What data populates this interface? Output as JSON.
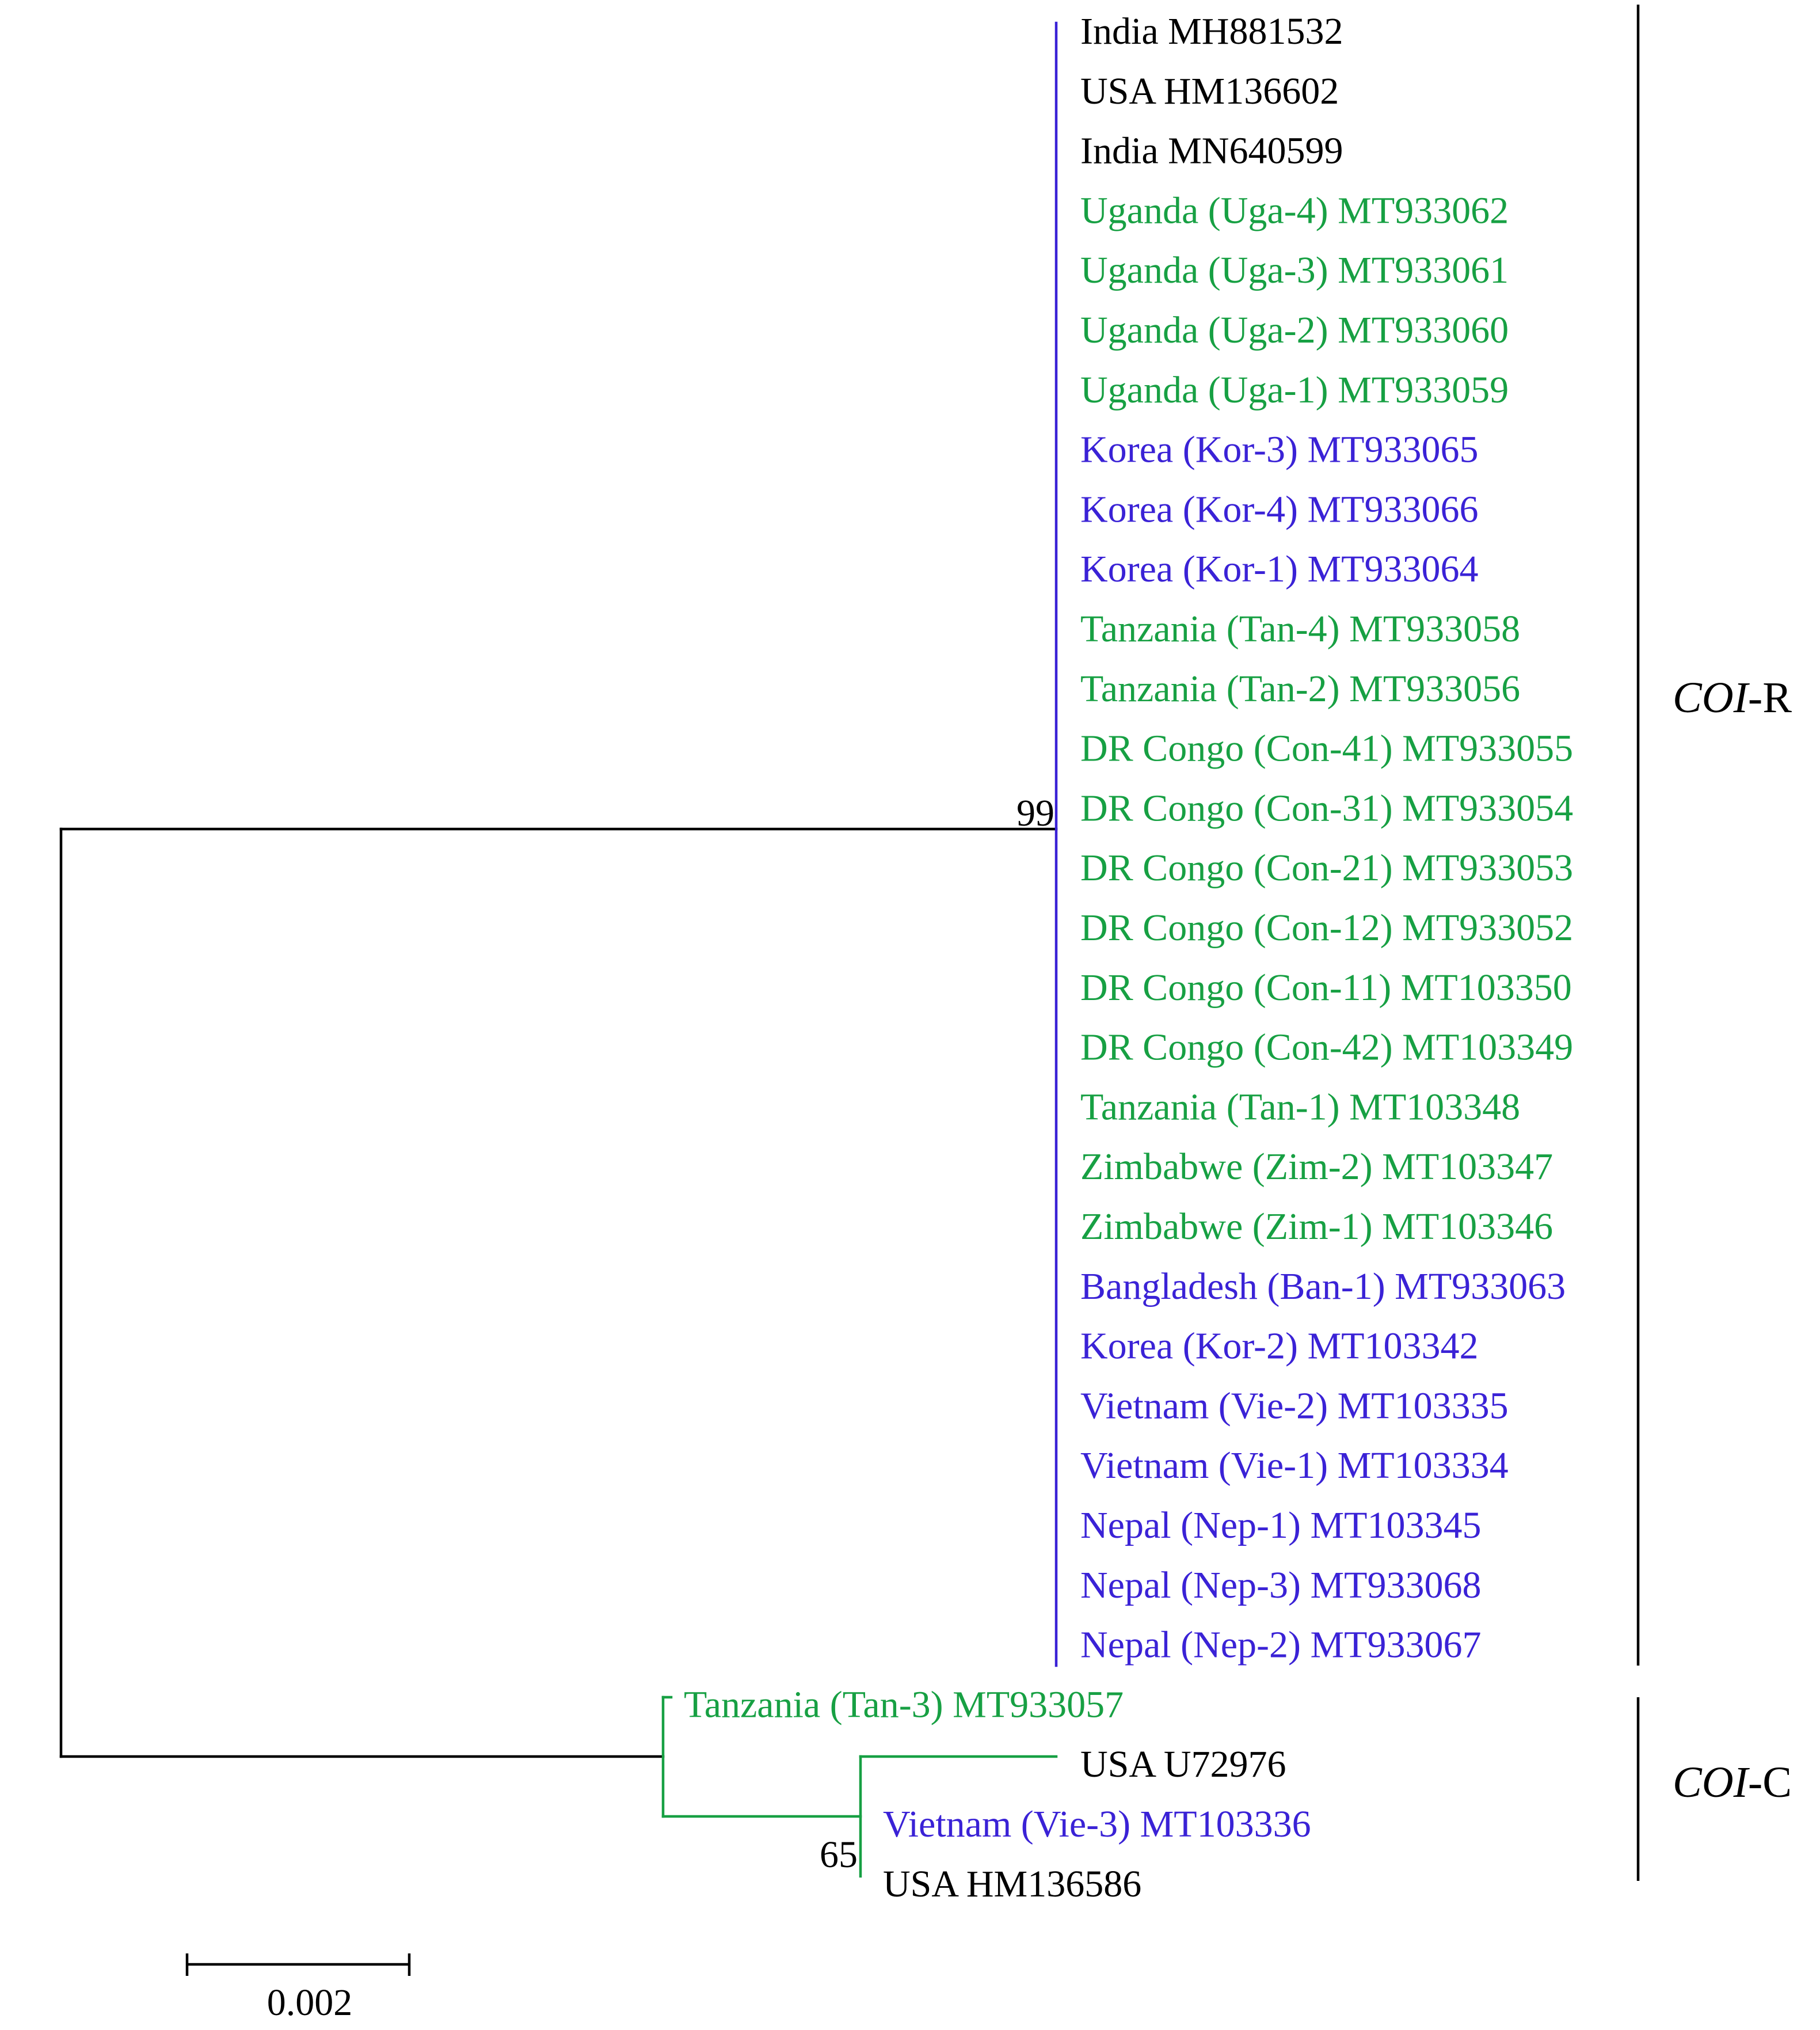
{
  "colors": {
    "black": "#000000",
    "green": "#17a043",
    "blue": "#3a22d6"
  },
  "leaves": [
    {
      "label": "India MH881532",
      "color": "black"
    },
    {
      "label": "USA HM136602",
      "color": "black"
    },
    {
      "label": "India MN640599",
      "color": "black"
    },
    {
      "label": "Uganda (Uga-4) MT933062",
      "color": "green"
    },
    {
      "label": "Uganda (Uga-3) MT933061",
      "color": "green"
    },
    {
      "label": "Uganda (Uga-2) MT933060",
      "color": "green"
    },
    {
      "label": "Uganda (Uga-1) MT933059",
      "color": "green"
    },
    {
      "label": "Korea (Kor-3) MT933065",
      "color": "blue"
    },
    {
      "label": "Korea (Kor-4) MT933066",
      "color": "blue"
    },
    {
      "label": "Korea (Kor-1) MT933064",
      "color": "blue"
    },
    {
      "label": "Tanzania (Tan-4) MT933058",
      "color": "green"
    },
    {
      "label": "Tanzania (Tan-2) MT933056",
      "color": "green"
    },
    {
      "label": "DR Congo (Con-41) MT933055",
      "color": "green"
    },
    {
      "label": "DR Congo (Con-31) MT933054",
      "color": "green"
    },
    {
      "label": "DR Congo (Con-21) MT933053",
      "color": "green"
    },
    {
      "label": "DR Congo (Con-12) MT933052",
      "color": "green"
    },
    {
      "label": "DR Congo (Con-11) MT103350",
      "color": "green"
    },
    {
      "label": "DR Congo (Con-42) MT103349",
      "color": "green"
    },
    {
      "label": "Tanzania (Tan-1) MT103348",
      "color": "green"
    },
    {
      "label": "Zimbabwe (Zim-2) MT103347",
      "color": "green"
    },
    {
      "label": "Zimbabwe (Zim-1) MT103346",
      "color": "green"
    },
    {
      "label": "Bangladesh (Ban-1) MT933063",
      "color": "blue"
    },
    {
      "label": "Korea (Kor-2) MT103342",
      "color": "blue"
    },
    {
      "label": "Vietnam (Vie-2) MT103335",
      "color": "blue"
    },
    {
      "label": "Vietnam (Vie-1) MT103334",
      "color": "blue"
    },
    {
      "label": "Nepal (Nep-1) MT103345",
      "color": "blue"
    },
    {
      "label": "Nepal (Nep-3) MT933068",
      "color": "blue"
    },
    {
      "label": "Nepal (Nep-2) MT933067",
      "color": "blue"
    },
    {
      "label": "Tanzania (Tan-3) MT933057",
      "color": "green"
    },
    {
      "label": "USA U72976",
      "color": "black"
    },
    {
      "label": "Vietnam (Vie-3) MT103336",
      "color": "blue"
    },
    {
      "label": "USA HM136586",
      "color": "black"
    }
  ],
  "bootstrap": {
    "coi_r_node": "99",
    "coi_c_inner_node": "65"
  },
  "clades": {
    "coi_r": {
      "italic": "COI",
      "suffix": "-R"
    },
    "coi_c": {
      "italic": "COI",
      "suffix": "-C"
    }
  },
  "scale_bar": {
    "value": "0.002"
  }
}
